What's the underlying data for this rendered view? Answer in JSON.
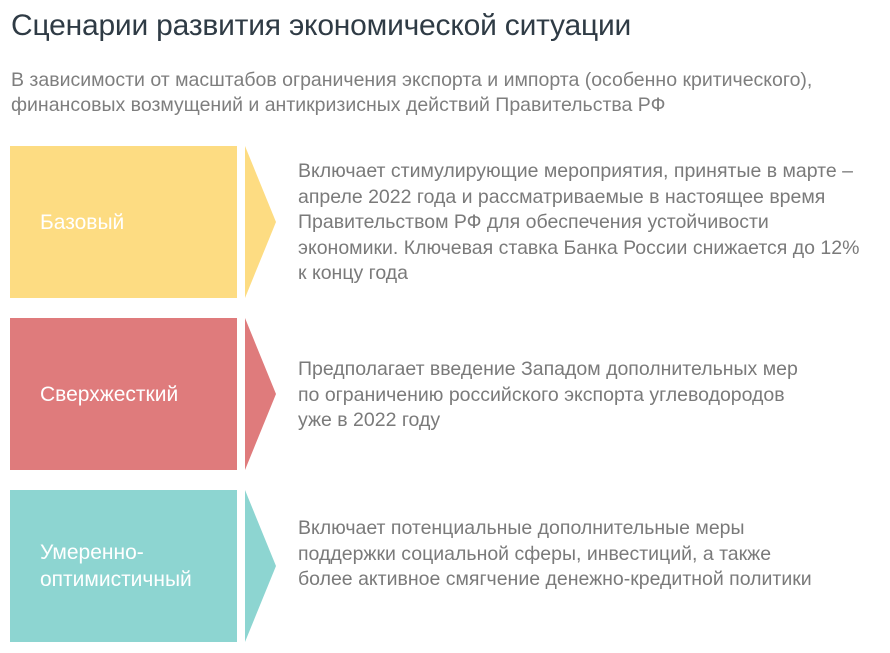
{
  "title": "Сценарии развития экономической ситуации",
  "subtitle": "В зависимости от масштабов ограничения экспорта и импорта (особенно критического), финансовых возмущений и антикризисных действий Правительства РФ",
  "scenarios": [
    {
      "label": "Базовый",
      "color": "#fddc82",
      "description": "Включает стимулирующие мероприятия, принятые в марте – апреле 2022 года и рассматриваемые в настоящее время Правительством РФ для обеспечения устойчивости экономики. Ключевая ставка Банка России снижается до 12% к концу года"
    },
    {
      "label": "Сверхжесткий",
      "color": "#df7b7c",
      "description": "Предполагает введение Западом дополнительных мер по ограничению российского экспорта углеводородов уже в 2022 году"
    },
    {
      "label": "Умеренно-оптимистичный",
      "color": "#8dd5d1",
      "description": "Включает потенциальные дополнительные меры поддержки социальной сферы, инвестиций, а также более активное смягчение денежно-кредитной политики"
    }
  ]
}
